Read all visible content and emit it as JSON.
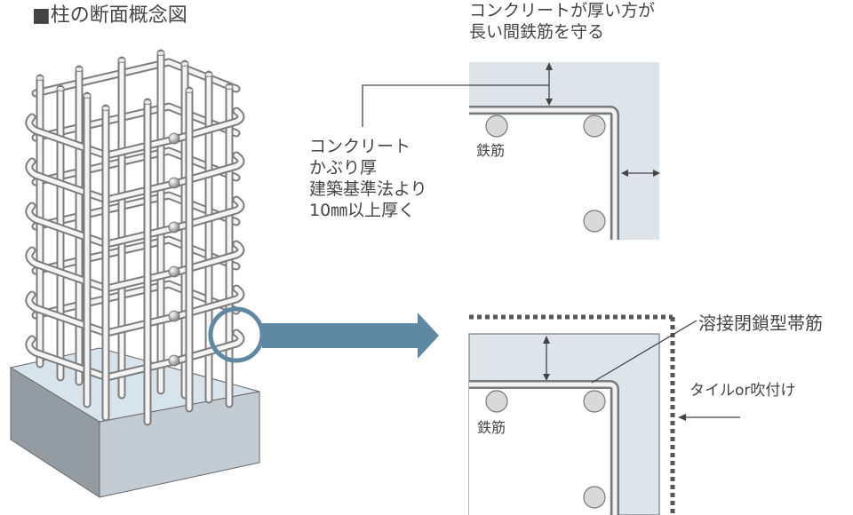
{
  "title": "■柱の断面概念図",
  "colors": {
    "concrete_cover": "#dde4ea",
    "arrow": "#5f88a2",
    "text": "#444444",
    "rebar": "#d9d9d9",
    "footing_front": "#c4ccd3",
    "footing_side": "#949ca3",
    "footing_top": "#d8e4ec"
  },
  "top_detail": {
    "note_lines": [
      "コンクリートが厚い方が",
      "長い間鉄筋を守る"
    ],
    "cover_label_lines": [
      "コンクリート",
      "かぶり厚",
      "建築基準法より",
      "10㎜以上厚く"
    ],
    "rebar_label": "鉄筋"
  },
  "bottom_detail": {
    "hoop_label": "溶接閉鎖型帯筋",
    "finish_label": "タイルor吹付け",
    "rebar_label": "鉄筋"
  }
}
